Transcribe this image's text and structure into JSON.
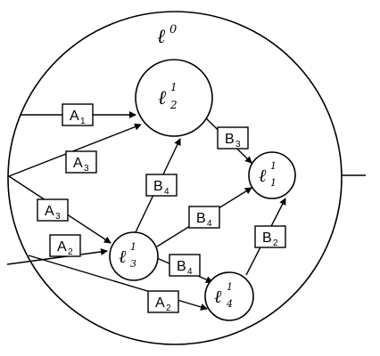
{
  "diagram": {
    "outer": {
      "symbol": "ℓ",
      "sup": "0"
    },
    "nodes": {
      "n2": {
        "symbol": "ℓ",
        "sup": "1",
        "sub": "2"
      },
      "n1": {
        "symbol": "ℓ",
        "sup": "1",
        "sub": "1"
      },
      "n3": {
        "symbol": "ℓ",
        "sup": "1",
        "sub": "3"
      },
      "n4": {
        "symbol": "ℓ",
        "sup": "1",
        "sub": "4"
      }
    },
    "edge_labels": {
      "a1": {
        "letter": "A",
        "sub": "1"
      },
      "a3a": {
        "letter": "A",
        "sub": "3"
      },
      "a3b": {
        "letter": "A",
        "sub": "3"
      },
      "a2a": {
        "letter": "A",
        "sub": "2"
      },
      "a2b": {
        "letter": "A",
        "sub": "2"
      },
      "b3": {
        "letter": "B",
        "sub": "3"
      },
      "b4a": {
        "letter": "B",
        "sub": "4"
      },
      "b4b": {
        "letter": "B",
        "sub": "4"
      },
      "b4c": {
        "letter": "B",
        "sub": "4"
      },
      "b2": {
        "letter": "B",
        "sub": "2"
      }
    }
  }
}
